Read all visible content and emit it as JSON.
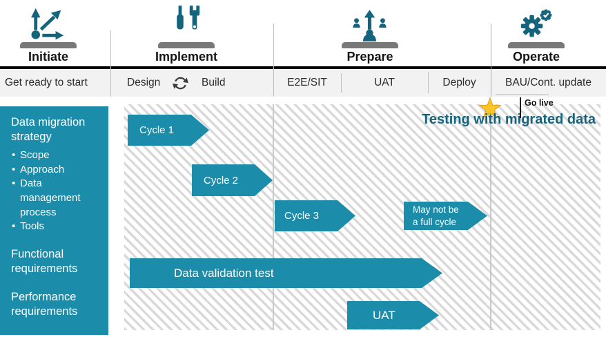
{
  "header": {
    "phases": [
      {
        "name": "Initiate",
        "icon": "diverge-arrows-icon"
      },
      {
        "name": "Implement",
        "icon": "tools-icon"
      },
      {
        "name": "Prepare",
        "icon": "people-up-arrow-icon"
      },
      {
        "name": "Operate",
        "icon": "gears-check-icon"
      }
    ],
    "band": {
      "initiate": "Get ready to start",
      "design": "Design",
      "build": "Build",
      "iteration_icon": "sync-arrows-icon",
      "e2e": "E2E/SIT",
      "uat": "UAT",
      "deploy": "Deploy",
      "bau": "BAU/Cont. update"
    }
  },
  "sidebar": {
    "strategy_title": "Data migration strategy",
    "bullets": [
      "Scope",
      "Approach",
      "Data management process",
      "Tools"
    ],
    "functional": "Functional requirements",
    "performance": "Performance requirements"
  },
  "gantt": {
    "annotation_title": "Testing with migrated data",
    "go_live": "Go live",
    "milestone_icon": "gold-star-icon",
    "bars": [
      {
        "label": "Cycle 1"
      },
      {
        "label": "Cycle 2"
      },
      {
        "label": "Cycle 3"
      },
      {
        "label": "May not be a full cycle"
      },
      {
        "label": "Data validation test"
      },
      {
        "label": "UAT"
      }
    ]
  },
  "colors": {
    "teal": "#1B8CA9",
    "dark_teal": "#15637D",
    "icon_teal": "#14647E",
    "star_gold": "#FFC425",
    "pedestal_gray": "#787878",
    "band_gray": "#F2F2F2",
    "hatch_gray": "#D9D9D9",
    "rule_black": "#000000"
  }
}
